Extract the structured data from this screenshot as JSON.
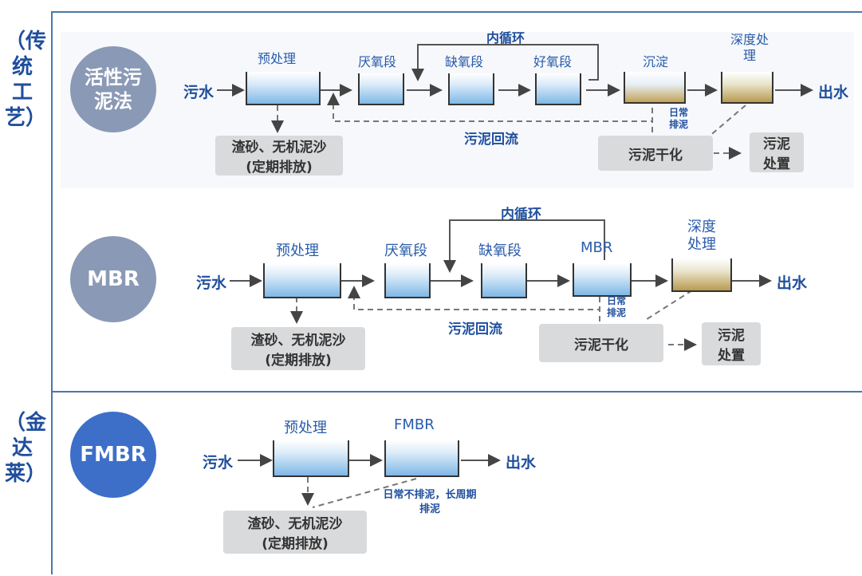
{
  "sections": {
    "traditional_label": "（传统工艺）",
    "jindalai_label": "（金达莱）"
  },
  "row1": {
    "circle": "活性污泥法",
    "inlet": "污水",
    "pretreat": "预处理",
    "anaerobic": "厌氧段",
    "anoxic": "缺氧段",
    "aerobic": "好氧段",
    "settle": "沉淀",
    "deep": "深度处理",
    "outlet": "出水",
    "inner_loop": "内循环",
    "return": "污泥回流",
    "daily": "日常排泥",
    "grit": "渣砂、无机泥沙",
    "grit2": "(定期排放)",
    "dry": "污泥干化",
    "dispose": "污泥处置"
  },
  "row2": {
    "circle": "MBR",
    "inlet": "污水",
    "pretreat": "预处理",
    "anaerobic": "厌氧段",
    "anoxic": "缺氧段",
    "mbr": "MBR",
    "deep": "深度处理",
    "outlet": "出水",
    "inner_loop": "内循环",
    "return": "污泥回流",
    "daily": "日常排泥",
    "grit": "渣砂、无机泥沙",
    "grit2": "(定期排放)",
    "dry": "污泥干化",
    "dispose": "污泥处置"
  },
  "row3": {
    "circle": "FMBR",
    "inlet": "污水",
    "pretreat": "预处理",
    "fmbr": "FMBR",
    "outlet": "出水",
    "note": "日常不排泥，长周期排泥",
    "grit": "渣砂、无机泥沙",
    "grit2": "(定期排放)"
  }
}
